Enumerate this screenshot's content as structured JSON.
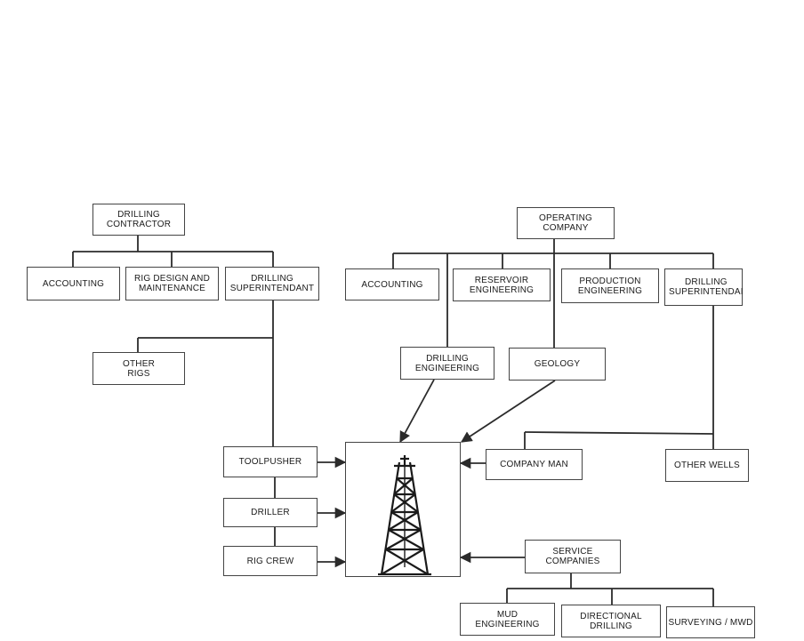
{
  "contractor": {
    "root": "DRILLING\nCONTRACTOR",
    "accounting": "ACCOUNTING",
    "rig_design": "RIG DESIGN AND\nMAINTENANCE",
    "superintendant": "DRILLING\nSUPERINTENDANT",
    "other_rigs": "OTHER\nRIGS",
    "toolpusher": "TOOLPUSHER",
    "driller": "DRILLER",
    "rig_crew": "RIG CREW"
  },
  "operator": {
    "root": "OPERATING\nCOMPANY",
    "accounting": "ACCOUNTING",
    "reservoir": "RESERVOIR\nENGINEERING",
    "production": "PRODUCTION\nENGINEERING",
    "superintendant": "DRILLING\nSUPERINTENDAI",
    "drilling_eng": "DRILLING\nENGINEERING",
    "geology": "GEOLOGY",
    "company_man": "COMPANY MAN",
    "other_wells": "OTHER WELLS"
  },
  "services": {
    "root": "SERVICE\nCOMPANIES",
    "mud": "MUD\nENGINEERING",
    "directional": "DIRECTIONAL\nDRILLING",
    "surveying": "SURVEYING / MWD"
  },
  "colors": {
    "line": "#2b2b2b",
    "border": "#444444",
    "text": "#1a1a1a"
  },
  "rig_icon": "drilling-rig-derrick-icon"
}
